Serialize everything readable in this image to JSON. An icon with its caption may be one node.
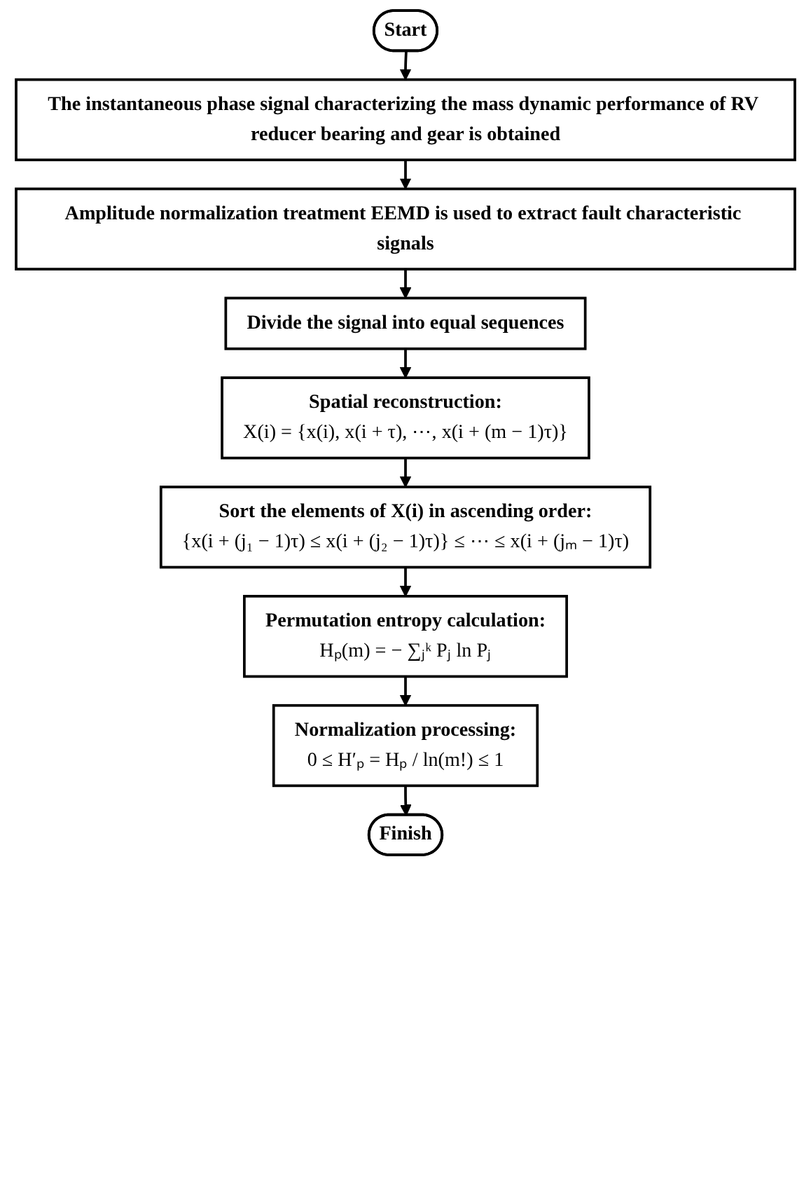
{
  "diagram": {
    "nodes": [
      {
        "text": [
          "Start"
        ]
      },
      {
        "text": [
          "The instantaneous phase signal characterizing the mass dynamic performance of RV reducer bearing and gear is obtained"
        ]
      },
      {
        "text": [
          "Amplitude normalization treatment EEMD is used to extract fault characteristic signals"
        ]
      },
      {
        "text": [
          "Divide the signal into equal sequences"
        ]
      },
      {
        "text": [
          "Spatial reconstruction:",
          "X(i) = {x(i), x(i + τ), ⋯, x(i + (m − 1)τ)}"
        ]
      },
      {
        "text": [
          "Sort the elements of X(i) in ascending order:",
          "{x(i + (j₁ − 1)τ) ≤ x(i + (j₂ − 1)τ)} ≤ ⋯ ≤ x(i + (jₘ − 1)τ)"
        ]
      },
      {
        "text": [
          "Permutation entropy calculation:",
          "Hₚ(m) = − ∑ⱼᵏ Pⱼ ln Pⱼ"
        ]
      },
      {
        "text": [
          "Normalization processing:",
          "0 ≤ H′ₚ = Hₚ / ln(m!) ≤ 1"
        ]
      },
      {
        "text": [
          "Finish"
        ]
      }
    ],
    "edges": [
      {
        "from": 0,
        "to": 1,
        "arrow": "to"
      },
      {
        "from": 1,
        "to": 2,
        "arrow": "to"
      },
      {
        "from": 2,
        "to": 3,
        "arrow": "to"
      },
      {
        "from": 3,
        "to": 4,
        "arrow": "to"
      },
      {
        "from": 4,
        "to": 5,
        "arrow": "to"
      },
      {
        "from": 5,
        "to": 6,
        "arrow": "to"
      },
      {
        "from": 6,
        "to": 7,
        "arrow": "to"
      },
      {
        "from": 7,
        "to": 8,
        "arrow": "to"
      }
    ]
  }
}
